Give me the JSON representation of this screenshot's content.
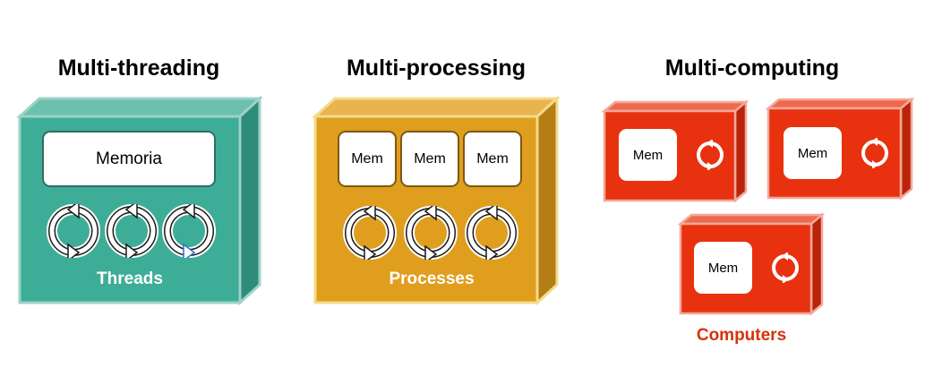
{
  "threading": {
    "title": "Multi-threading",
    "memory_label": "Memoria",
    "caption": "Threads",
    "icons": [
      "refresh-cycle-icon",
      "refresh-cycle-icon",
      "refresh-cycle-icon"
    ],
    "colors": {
      "front": "#3EAD97",
      "top": "#6BC1AE",
      "side": "#2E8D7A",
      "border": "#9ED1C7"
    }
  },
  "processing": {
    "title": "Multi-processing",
    "memory_labels": [
      "Mem",
      "Mem",
      "Mem"
    ],
    "caption": "Processes",
    "icons": [
      "refresh-cycle-icon",
      "refresh-cycle-icon",
      "refresh-cycle-icon"
    ],
    "colors": {
      "front": "#E09E1F",
      "top": "#E9B34E",
      "side": "#B57E14",
      "border": "#F4DB8A"
    }
  },
  "computing": {
    "title": "Multi-computing",
    "computers": [
      {
        "memory_label": "Mem",
        "icon": "refresh-cycle-icon"
      },
      {
        "memory_label": "Mem",
        "icon": "refresh-cycle-icon"
      },
      {
        "memory_label": "Mem",
        "icon": "refresh-cycle-icon"
      }
    ],
    "caption": "Computers",
    "colors": {
      "front": "#E8320F",
      "top": "#EE6A4E",
      "side": "#B9240A",
      "border": "#F2A89A",
      "caption": "#D6320A"
    }
  }
}
